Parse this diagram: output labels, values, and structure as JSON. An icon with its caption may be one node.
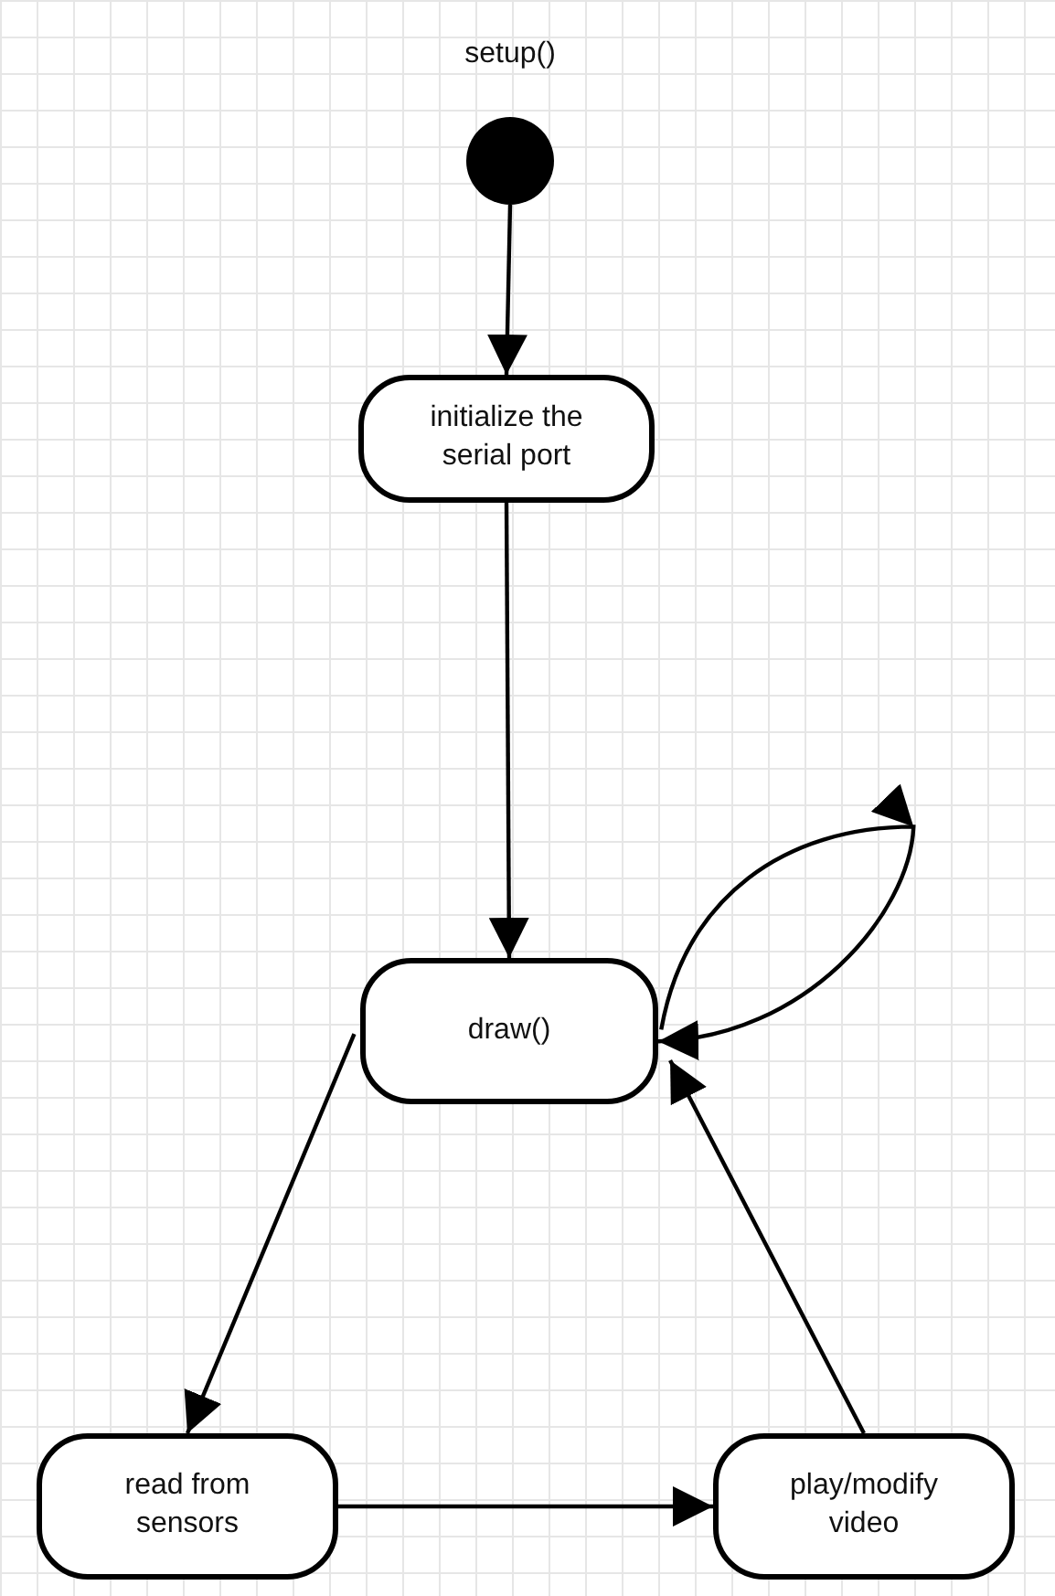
{
  "diagram": {
    "nodes": [
      {
        "text": [
          "setup()"
        ]
      },
      {
        "text": [
          "initialize the serial port"
        ]
      },
      {
        "text": [
          "draw()"
        ]
      },
      {
        "text": [
          "read from sensors"
        ]
      },
      {
        "text": [
          "play/modify video"
        ]
      }
    ],
    "edges": [
      {
        "from": 0,
        "to": 1,
        "arrow": "to"
      },
      {
        "from": 1,
        "to": 2,
        "arrow": "to"
      },
      {
        "from": 2,
        "to": 3,
        "arrow": "to"
      },
      {
        "from": 3,
        "to": 4,
        "arrow": "to"
      },
      {
        "from": 4,
        "to": 2,
        "arrow": "to"
      },
      {
        "from": 2,
        "to": 2,
        "arrow": "to"
      }
    ]
  }
}
